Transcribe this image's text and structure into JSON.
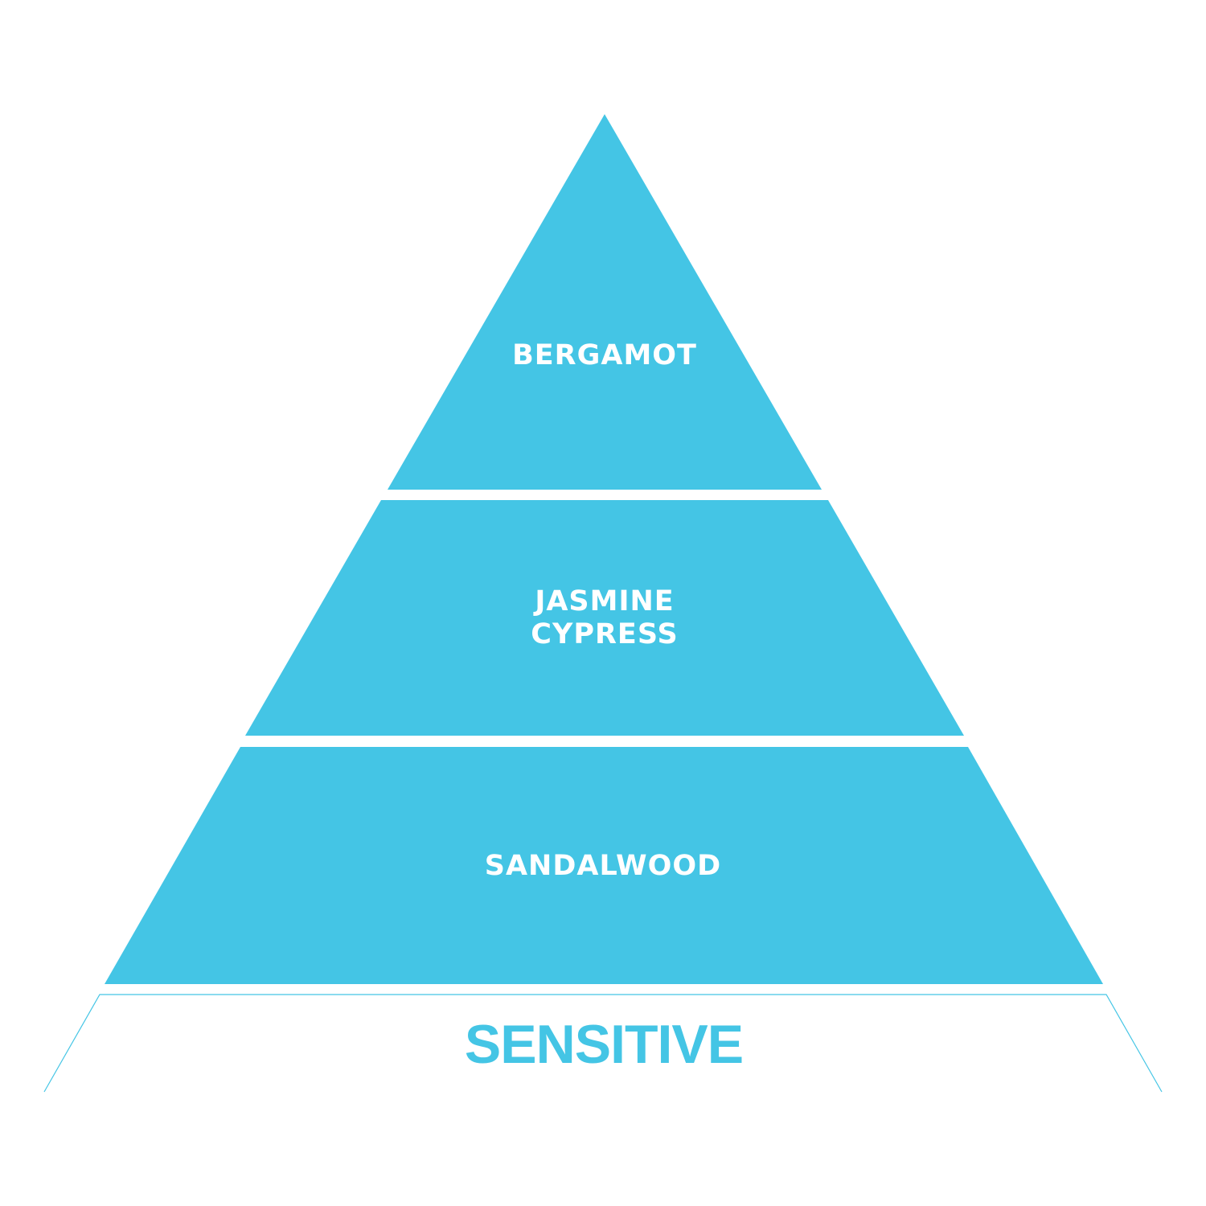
{
  "colors": {
    "tier_fill": "#44c5e5",
    "label_text": "#ffffff",
    "base_outline": "#44c5e5",
    "base_text": "#44c5e5",
    "background": "#ffffff"
  },
  "pyramid": {
    "tiers": [
      {
        "lines": [
          "BERGAMOT"
        ]
      },
      {
        "lines": [
          "JASMINE",
          "CYPRESS"
        ]
      },
      {
        "lines": [
          "SANDALWOOD"
        ]
      }
    ],
    "base_label": "SENSITIVE"
  }
}
